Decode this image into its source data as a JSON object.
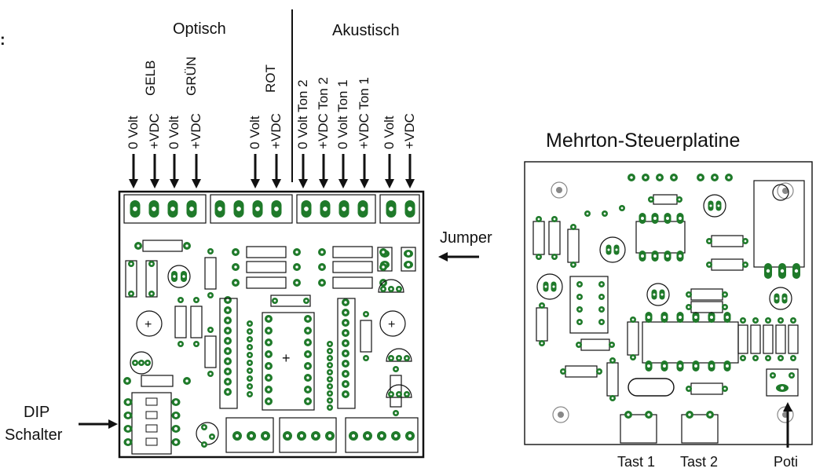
{
  "left_board": {
    "colon": ":",
    "section_optical": "Optisch",
    "section_acoustic": "Akustisch",
    "pins": [
      {
        "label": "0 Volt",
        "sub": "GELB"
      },
      {
        "label": "+VDC",
        "sub": ""
      },
      {
        "label": "0 Volt",
        "sub": "GRÜN"
      },
      {
        "label": "+VDC",
        "sub": ""
      },
      {
        "label": "0 Volt",
        "sub": "ROT"
      },
      {
        "label": "+VDC",
        "sub": ""
      },
      {
        "label": "0 Volt Ton 2",
        "sub": ""
      },
      {
        "label": "+VDC Ton 2",
        "sub": ""
      },
      {
        "label": "0 Volt Ton 1",
        "sub": ""
      },
      {
        "label": "+VDC Ton 1",
        "sub": ""
      },
      {
        "label": "0 Volt",
        "sub": ""
      },
      {
        "label": "+VDC",
        "sub": ""
      }
    ],
    "jumper_label": "Jumper",
    "dip_label_line1": "DIP",
    "dip_label_line2": "Schalter"
  },
  "right_board": {
    "title": "Mehrton-Steuerplatine",
    "button1_label": "Tast 1",
    "button2_label": "Tast 2",
    "poti_label": "Poti"
  },
  "colors": {
    "pad": "#1f7a2a",
    "outline": "#111111",
    "board": "#ffffff"
  }
}
